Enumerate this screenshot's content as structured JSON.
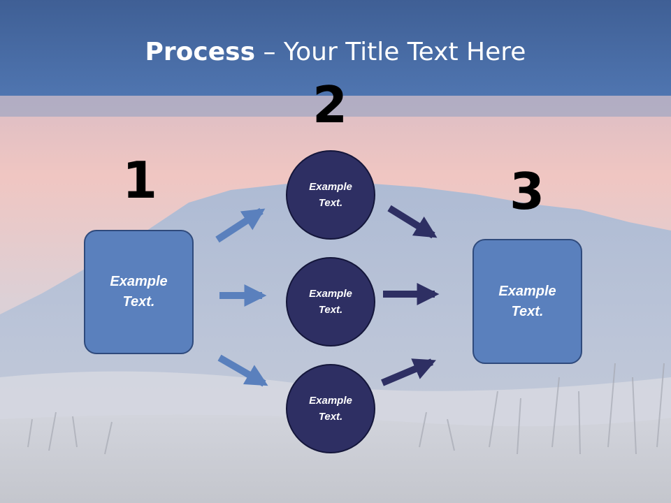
{
  "title": {
    "bold": "Process",
    "rest": " – Your Title Text Here"
  },
  "steps": {
    "step1": {
      "number": "1",
      "text": "Example\nText."
    },
    "step2": {
      "number": "2"
    },
    "step3": {
      "number": "3",
      "text": "Example\nText."
    }
  },
  "circles": [
    {
      "text": "Example\nText."
    },
    {
      "text": "Example\nText."
    },
    {
      "text": "Example\nText."
    }
  ],
  "colors": {
    "title_bar": "#4f75b0",
    "box_fill": "#5a80bd",
    "circle_fill": "#2e2f63",
    "arrow_light": "#5a80bd",
    "arrow_dark": "#2e2f63"
  }
}
